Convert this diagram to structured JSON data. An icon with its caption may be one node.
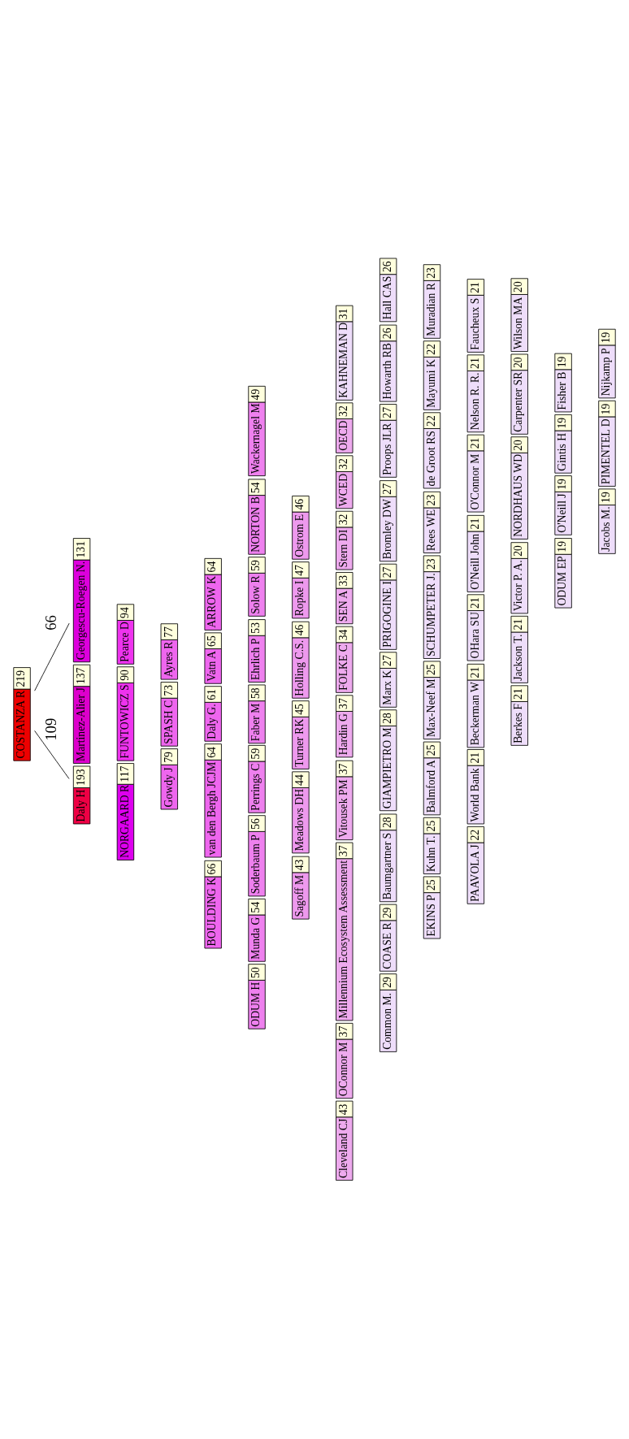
{
  "diagram": {
    "nodes": [
      {
        "text": [
          "COSTANZA R"
        ],
        "beside": [
          "219"
        ]
      },
      {
        "text": [
          "Daly H"
        ],
        "beside": [
          "193"
        ]
      },
      {
        "text": [
          "Martinez-Alier J"
        ],
        "beside": [
          "137"
        ]
      },
      {
        "text": [
          "Georgescu-Roegen N."
        ],
        "beside": [
          "131"
        ]
      },
      {
        "text": [
          "NORGAARD R"
        ],
        "beside": [
          "117"
        ]
      },
      {
        "text": [
          "FUNTOWICZ S"
        ],
        "beside": [
          "90"
        ]
      },
      {
        "text": [
          "Pearce D"
        ],
        "beside": [
          "94"
        ]
      },
      {
        "text": [
          "Gowdy J"
        ],
        "beside": [
          "79"
        ]
      },
      {
        "text": [
          "SPASH C"
        ],
        "beside": [
          "73"
        ]
      },
      {
        "text": [
          "Ayres R"
        ],
        "beside": [
          "77"
        ]
      },
      {
        "text": [
          "BOULDING K"
        ],
        "beside": [
          "66"
        ]
      },
      {
        "text": [
          "van den Bergh JCJM"
        ],
        "beside": [
          "64"
        ]
      },
      {
        "text": [
          "Daly G."
        ],
        "beside": [
          "61"
        ]
      },
      {
        "text": [
          "Vatn A"
        ],
        "beside": [
          "65"
        ]
      },
      {
        "text": [
          "ARROW K"
        ],
        "beside": [
          "64"
        ]
      },
      {
        "text": [
          "ODUM H"
        ],
        "beside": [
          "50"
        ]
      },
      {
        "text": [
          "Munda G"
        ],
        "beside": [
          "54"
        ]
      },
      {
        "text": [
          "Soderbaum P"
        ],
        "beside": [
          "56"
        ]
      },
      {
        "text": [
          "Perrings C"
        ],
        "beside": [
          "59"
        ]
      },
      {
        "text": [
          "Faber M"
        ],
        "beside": [
          "58"
        ]
      },
      {
        "text": [
          "Ehrlich P"
        ],
        "beside": [
          "53"
        ]
      },
      {
        "text": [
          "Solow R"
        ],
        "beside": [
          "59"
        ]
      },
      {
        "text": [
          "NORTON B"
        ],
        "beside": [
          "54"
        ]
      },
      {
        "text": [
          "Wackernagel M"
        ],
        "beside": [
          "49"
        ]
      },
      {
        "text": [
          "Sagoff M"
        ],
        "beside": [
          "43"
        ]
      },
      {
        "text": [
          "Meadows DH"
        ],
        "beside": [
          "44"
        ]
      },
      {
        "text": [
          "Turner RK"
        ],
        "beside": [
          "45"
        ]
      },
      {
        "text": [
          "Holling C.S."
        ],
        "beside": [
          "46"
        ]
      },
      {
        "text": [
          "Ropke I"
        ],
        "beside": [
          "47"
        ]
      },
      {
        "text": [
          "Ostrom E"
        ],
        "beside": [
          "46"
        ]
      },
      {
        "text": [
          "Cleveland CJ"
        ],
        "beside": [
          "43"
        ]
      },
      {
        "text": [
          "OConnor M"
        ],
        "beside": [
          "37"
        ]
      },
      {
        "text": [
          "Millennium Ecosystem Assessment"
        ],
        "beside": [
          "37"
        ]
      },
      {
        "text": [
          "Vitousek PM"
        ],
        "beside": [
          "37"
        ]
      },
      {
        "text": [
          "Hardin G"
        ],
        "beside": [
          "37"
        ]
      },
      {
        "text": [
          "FOLKE C"
        ],
        "beside": [
          "34"
        ]
      },
      {
        "text": [
          "SEN A"
        ],
        "beside": [
          "33"
        ]
      },
      {
        "text": [
          "Stern DI"
        ],
        "beside": [
          "32"
        ]
      },
      {
        "text": [
          "WCED"
        ],
        "beside": [
          "32"
        ]
      },
      {
        "text": [
          "OECD"
        ],
        "beside": [
          "32"
        ]
      },
      {
        "text": [
          "KAHNEMAN D"
        ],
        "beside": [
          "31"
        ]
      },
      {
        "text": [
          "Common M."
        ],
        "beside": [
          "29"
        ]
      },
      {
        "text": [
          "COASE R"
        ],
        "beside": [
          "29"
        ]
      },
      {
        "text": [
          "Baumgartner S"
        ],
        "beside": [
          "28"
        ]
      },
      {
        "text": [
          "GIAMPIETRO M"
        ],
        "beside": [
          "28"
        ]
      },
      {
        "text": [
          "Marx K"
        ],
        "beside": [
          "27"
        ]
      },
      {
        "text": [
          "PRIGOGINE I"
        ],
        "beside": [
          "27"
        ]
      },
      {
        "text": [
          "Bromley DW"
        ],
        "beside": [
          "27"
        ]
      },
      {
        "text": [
          "Proops JLR"
        ],
        "beside": [
          "27"
        ]
      },
      {
        "text": [
          "Howarth RB"
        ],
        "beside": [
          "26"
        ]
      },
      {
        "text": [
          "Hall CAS"
        ],
        "beside": [
          "26"
        ]
      },
      {
        "text": [
          "EKINS P"
        ],
        "beside": [
          "25"
        ]
      },
      {
        "text": [
          "Kuhn T."
        ],
        "beside": [
          "25"
        ]
      },
      {
        "text": [
          "Balmford A"
        ],
        "beside": [
          "25"
        ]
      },
      {
        "text": [
          "Max-Neef M"
        ],
        "beside": [
          "25"
        ]
      },
      {
        "text": [
          "SCHUMPETER J."
        ],
        "beside": [
          "23"
        ]
      },
      {
        "text": [
          "Rees WE"
        ],
        "beside": [
          "23"
        ]
      },
      {
        "text": [
          "de Groot RS"
        ],
        "beside": [
          "22"
        ]
      },
      {
        "text": [
          "Mayumi K"
        ],
        "beside": [
          "22"
        ]
      },
      {
        "text": [
          "Muradian R"
        ],
        "beside": [
          "23"
        ]
      },
      {
        "text": [
          "PAAVOLA J"
        ],
        "beside": [
          "22"
        ]
      },
      {
        "text": [
          "World Bank"
        ],
        "beside": [
          "21"
        ]
      },
      {
        "text": [
          "Beckerman W"
        ],
        "beside": [
          "21"
        ]
      },
      {
        "text": [
          "OHara SU"
        ],
        "beside": [
          "21"
        ]
      },
      {
        "text": [
          "O'Neill John"
        ],
        "beside": [
          "21"
        ]
      },
      {
        "text": [
          "O'Connor M"
        ],
        "beside": [
          "21"
        ]
      },
      {
        "text": [
          "Nelson R. R."
        ],
        "beside": [
          "21"
        ]
      },
      {
        "text": [
          "Faucheux S"
        ],
        "beside": [
          "21"
        ]
      },
      {
        "text": [
          "Berkes F"
        ],
        "beside": [
          "21"
        ]
      },
      {
        "text": [
          "Jackson T."
        ],
        "beside": [
          "21"
        ]
      },
      {
        "text": [
          "Victor P. A."
        ],
        "beside": [
          "20"
        ]
      },
      {
        "text": [
          "NORDHAUS WD"
        ],
        "beside": [
          "20"
        ]
      },
      {
        "text": [
          "Carpenter SR"
        ],
        "beside": [
          "20"
        ]
      },
      {
        "text": [
          "Wilson MA"
        ],
        "beside": [
          "20"
        ]
      },
      {
        "text": [
          "ODUM EP"
        ],
        "beside": [
          "19"
        ]
      },
      {
        "text": [
          "O'Neill J"
        ],
        "beside": [
          "19"
        ]
      },
      {
        "text": [
          "Gintis H"
        ],
        "beside": [
          "19"
        ]
      },
      {
        "text": [
          "Fisher B"
        ],
        "beside": [
          "19"
        ]
      },
      {
        "text": [
          "Jacobs M."
        ],
        "beside": [
          "19"
        ]
      },
      {
        "text": [
          "PIMENTEL D"
        ],
        "beside": [
          "19"
        ]
      },
      {
        "text": [
          "Nijkamp P"
        ],
        "beside": [
          "19"
        ]
      }
    ],
    "edges": [
      {
        "from": 0,
        "to": 1,
        "arrow": "none",
        "label": "109"
      },
      {
        "from": 0,
        "to": 3,
        "arrow": "none",
        "label": "66"
      }
    ]
  }
}
